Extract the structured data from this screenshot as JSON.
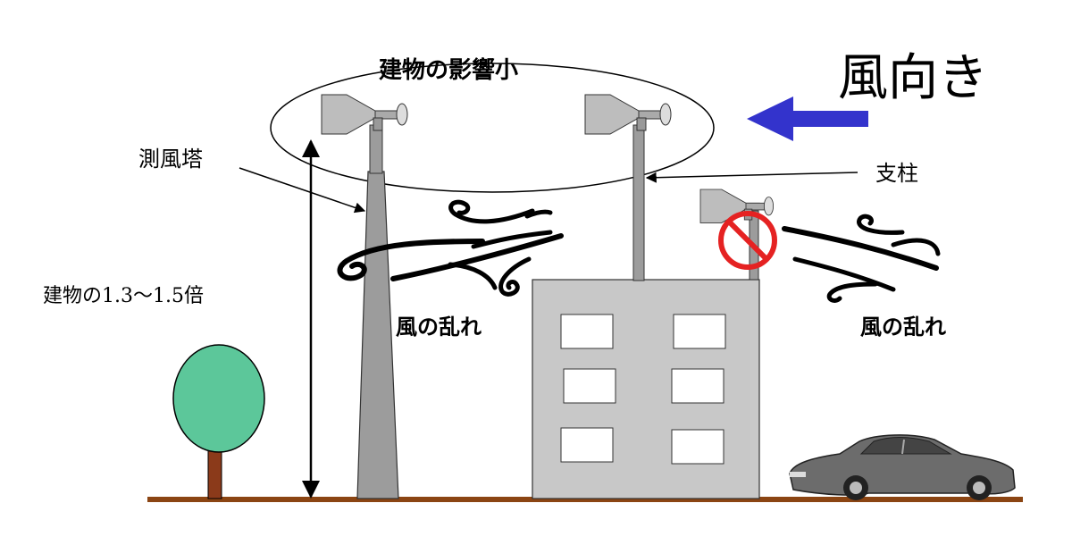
{
  "labels": {
    "low_influence": "建物の影響小",
    "wind_direction": "風向き",
    "met_mast": "測風塔",
    "support_pole": "支柱",
    "height_ratio": "建物の1.3〜1.5倍",
    "turbulence_left": "風の乱れ",
    "turbulence_right": "風の乱れ"
  },
  "icons": [
    "wind-vane-icon",
    "wind-direction-arrow-icon",
    "prohibited-icon",
    "tree-icon",
    "car-icon",
    "wind-swirl-icon"
  ],
  "colors": {
    "ground": "#8B4513",
    "tower": "#9c9c9c",
    "building": "#c8c8c8",
    "arrow": "#3333cc",
    "tree": "#5cc79a",
    "prohibit": "#e52222"
  }
}
